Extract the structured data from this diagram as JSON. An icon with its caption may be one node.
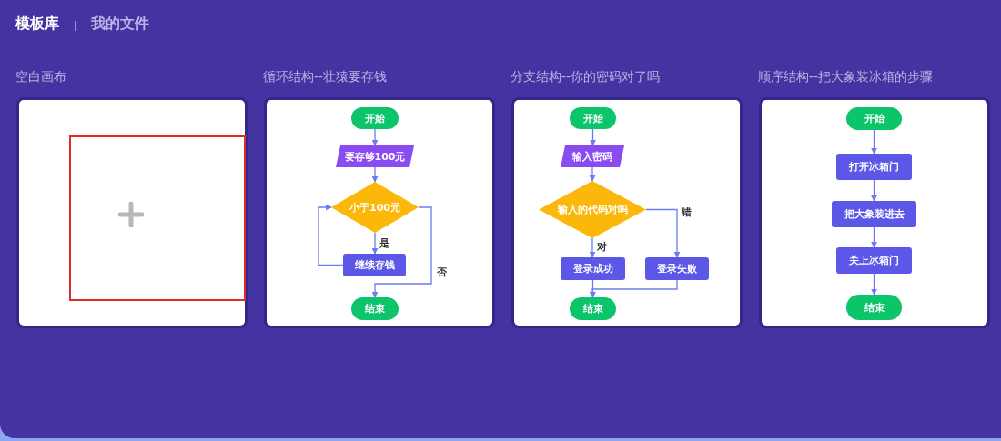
{
  "diagram": {
    "nodes": [
      {
        "text": [
          "空白画布"
        ]
      },
      {
        "text": [
          "循环结构--壮猿要存钱"
        ]
      },
      {
        "text": [
          "开始"
        ],
        "in": 1
      },
      {
        "text": [
          "要存够100元"
        ],
        "in": 1
      },
      {
        "text": [
          "小于100元"
        ],
        "in": 1
      },
      {
        "text": [
          "继续存钱"
        ],
        "in": 1
      },
      {
        "text": [
          "结束"
        ],
        "in": 1
      },
      {
        "text": [
          "分支结构--你的密码对了吗"
        ]
      },
      {
        "text": [
          "开始"
        ],
        "in": 7
      },
      {
        "text": [
          "输入密码"
        ],
        "in": 7
      },
      {
        "text": [
          "输入的代码对吗"
        ],
        "in": 7
      },
      {
        "text": [
          "登录成功"
        ],
        "in": 7
      },
      {
        "text": [
          "登录失败"
        ],
        "in": 7
      },
      {
        "text": [
          "结束"
        ],
        "in": 7
      },
      {
        "text": [
          "顺序结构--把大象装冰箱的步骤"
        ]
      },
      {
        "text": [
          "开始"
        ],
        "in": 14
      },
      {
        "text": [
          "打开冰箱门"
        ],
        "in": 14
      },
      {
        "text": [
          "把大象装进去"
        ],
        "in": 14
      },
      {
        "text": [
          "关上冰箱门"
        ],
        "in": 14
      },
      {
        "text": [
          "结束"
        ],
        "in": 14
      }
    ],
    "edges": [
      {
        "from": 2,
        "to": 3,
        "arrow": "to"
      },
      {
        "from": 3,
        "to": 4,
        "arrow": "to"
      },
      {
        "from": 4,
        "to": 5,
        "arrow": "to",
        "label": "是"
      },
      {
        "from": 5,
        "to": 4,
        "arrow": "to"
      },
      {
        "from": 4,
        "to": 6,
        "arrow": "to",
        "label": "否"
      },
      {
        "from": 8,
        "to": 9,
        "arrow": "to"
      },
      {
        "from": 9,
        "to": 10,
        "arrow": "to"
      },
      {
        "from": 10,
        "to": 11,
        "arrow": "to",
        "label": "对"
      },
      {
        "from": 10,
        "to": 12,
        "arrow": "to",
        "label": "错"
      },
      {
        "from": 11,
        "to": 13,
        "arrow": "to"
      },
      {
        "from": 12,
        "to": 13,
        "arrow": "to"
      },
      {
        "from": 15,
        "to": 16,
        "arrow": "to"
      },
      {
        "from": 16,
        "to": 17,
        "arrow": "to"
      },
      {
        "from": 17,
        "to": 18,
        "arrow": "to"
      },
      {
        "from": 18,
        "to": 19,
        "arrow": "to"
      }
    ],
    "labels": [
      "模板库",
      "我的文件"
    ]
  }
}
